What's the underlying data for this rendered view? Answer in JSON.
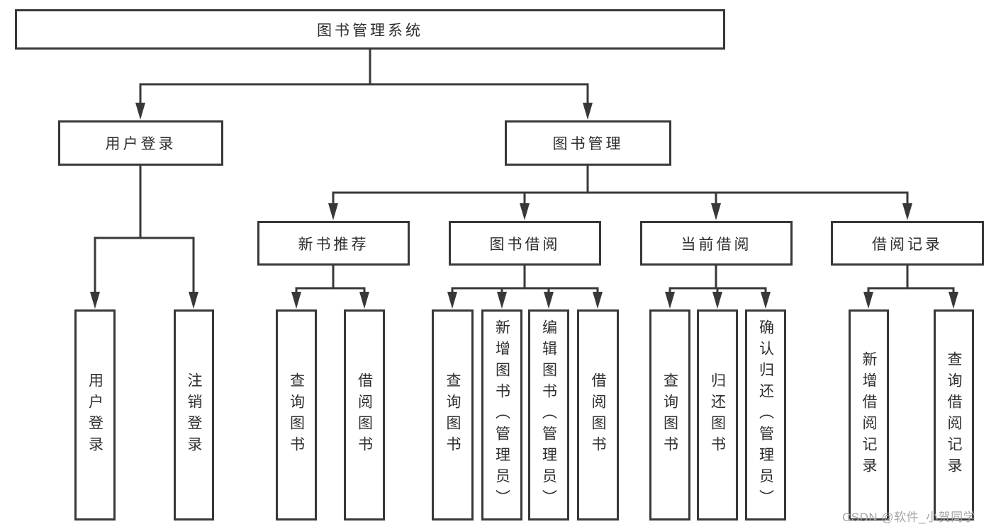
{
  "tree": {
    "root": "图书管理系统",
    "children": [
      {
        "label": "用户登录",
        "children": [
          {
            "label": "用户登录"
          },
          {
            "label": "注销登录"
          }
        ]
      },
      {
        "label": "图书管理",
        "children": [
          {
            "label": "新书推荐",
            "children": [
              {
                "label": "查询图书"
              },
              {
                "label": "借阅图书"
              }
            ]
          },
          {
            "label": "图书借阅",
            "children": [
              {
                "label": "查询图书"
              },
              {
                "label": "新增图书（管理员）"
              },
              {
                "label": "编辑图书（管理员）"
              },
              {
                "label": "借阅图书"
              }
            ]
          },
          {
            "label": "当前借阅",
            "children": [
              {
                "label": "查询图书"
              },
              {
                "label": "归还图书"
              },
              {
                "label": "确认归还（管理员）"
              }
            ]
          },
          {
            "label": "借阅记录",
            "children": [
              {
                "label": "新增借阅记录"
              },
              {
                "label": "查询借阅记录"
              }
            ]
          }
        ]
      }
    ]
  },
  "watermark": {
    "text": "CSDN @软件_小贺同学"
  },
  "colors": {
    "line": "#383838",
    "text": "#2e2e2e",
    "watermark": "#a6a6a6",
    "background": "#ffffff"
  }
}
